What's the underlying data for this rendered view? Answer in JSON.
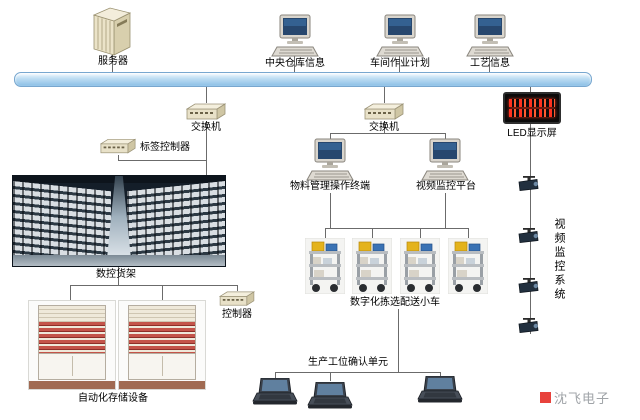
{
  "colors": {
    "bus_blue": "#8abfe6",
    "connector_gray": "#6b6b6b",
    "led_red": "#ff3220",
    "watermark_red": "#e8423c",
    "watermark_gray": "#a0a4a8"
  },
  "icons": {
    "server": "server-tower-icon",
    "workstation": "desktop-computer-icon",
    "switch": "network-switch-icon",
    "led": "led-display-panel",
    "camera": "cctv-camera-icon",
    "laptop": "laptop-icon",
    "cart": "picking-cart-icon",
    "shelves": "warehouse-shelves-photo",
    "storage": "storage-cabinet-photo"
  },
  "nodes": {
    "server": {
      "label": "服务器"
    },
    "central_info": {
      "label": "中央仓库信息"
    },
    "workshop_plan": {
      "label": "车间作业计划"
    },
    "process_info": {
      "label": "工艺信息"
    },
    "switch_left": {
      "label": "交换机"
    },
    "switch_right": {
      "label": "交换机"
    },
    "led_display": {
      "label": "LED显示屏"
    },
    "label_controller": {
      "label": "标签控制器"
    },
    "cnc_shelves": {
      "label": "数控货架"
    },
    "material_terminal": {
      "label": "物料管理操作终端"
    },
    "video_platform": {
      "label": "视频监控平台"
    },
    "video_system": {
      "label": "视频监控系统"
    },
    "picking_carts": {
      "label": "数字化拣选配送小车"
    },
    "controller": {
      "label": "控制器"
    },
    "storage_equipment": {
      "label": "自动化存储设备"
    },
    "workstation_confirm": {
      "label": "生产工位确认单元"
    },
    "watermark": {
      "label": "沈飞电子"
    }
  }
}
